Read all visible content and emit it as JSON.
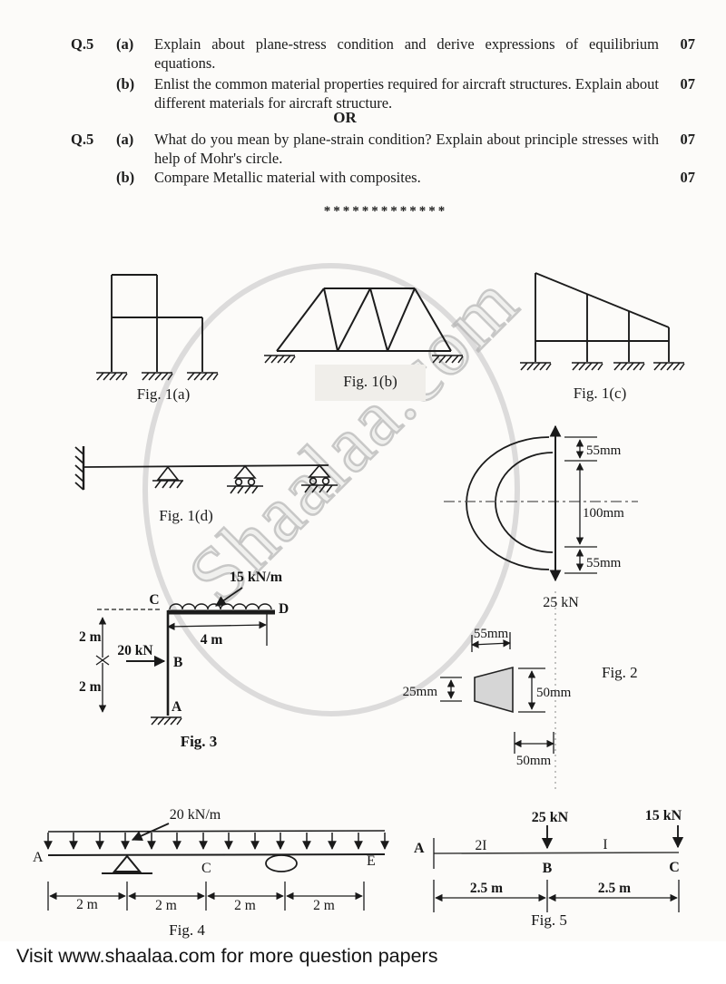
{
  "exam": {
    "or_label": "OR",
    "separator": "*************",
    "blocks": [
      {
        "qno": "Q.5",
        "parts": [
          {
            "label": "(a)",
            "text": "Explain about plane-stress condition and derive expressions of equilibrium equations.",
            "marks": "07"
          },
          {
            "label": "(b)",
            "text": "Enlist the common material properties required for aircraft structures. Explain about different materials for aircraft structure.",
            "marks": "07"
          }
        ]
      },
      {
        "qno": "Q.5",
        "parts": [
          {
            "label": "(a)",
            "text": "What do you mean by plane-strain condition? Explain about principle stresses with help of Mohr's circle.",
            "marks": "07"
          },
          {
            "label": "(b)",
            "text": "Compare Metallic material with composites.",
            "marks": "07"
          }
        ]
      }
    ]
  },
  "figures": {
    "fig1a": {
      "caption": "Fig. 1(a)"
    },
    "fig1b": {
      "caption": "Fig. 1(b)"
    },
    "fig1c": {
      "caption": "Fig. 1(c)"
    },
    "fig1d": {
      "caption": "Fig. 1(d)"
    },
    "fig2": {
      "caption": "Fig. 2",
      "dim_top": "55mm",
      "dim_mid": "100mm",
      "dim_bot": "55mm",
      "load": "25 kN",
      "sec_width": "55mm",
      "sec_left": "25mm",
      "sec_right": "50mm",
      "sec_offset": "50mm"
    },
    "fig3": {
      "caption": "Fig. 3",
      "udl": "15 kN/m",
      "point_load": "20 kN",
      "dim_upper": "2 m",
      "dim_lower": "2 m",
      "dim_span": "4 m",
      "node_a": "A",
      "node_b": "B",
      "node_c": "C",
      "node_d": "D"
    },
    "fig4": {
      "caption": "Fig. 4",
      "udl": "20 kN/m",
      "node_a": "A",
      "node_c": "C",
      "node_e": "E",
      "dims": [
        "2 m",
        "2 m",
        "2 m",
        "2 m"
      ]
    },
    "fig5": {
      "caption": "Fig. 5",
      "load_b": "25 kN",
      "load_c": "15 kN",
      "node_a": "A",
      "node_b": "B",
      "node_c": "C",
      "inertia_ab": "2I",
      "inertia_bc": "I",
      "dim_ab": "2.5 m",
      "dim_bc": "2.5 m"
    }
  },
  "watermark": {
    "text": "Shaalaa.com"
  },
  "footer": {
    "text": "Visit www.shaalaa.com for more question papers"
  },
  "colors": {
    "ink": "#1c1c1c",
    "watermark": "#c6c6c6",
    "label_bg": "#f0eeea",
    "section_fill": "#d6d6d6"
  }
}
